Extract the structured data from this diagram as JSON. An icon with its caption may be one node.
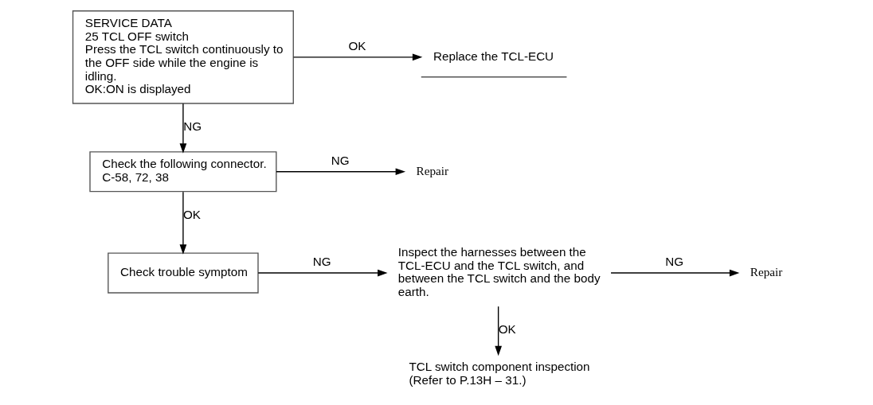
{
  "diagram": {
    "nodes": [
      {
        "text": [
          "SERVICE DATA",
          "25 TCL OFF switch",
          "Press the TCL switch continuously to the OFF side while the engine is idling.",
          "OK:ON is displayed"
        ]
      },
      {
        "text": [
          "Replace the TCL-ECU"
        ]
      },
      {
        "text": [
          "Check the following connector.",
          "C-58, 72, 38"
        ]
      },
      {
        "text": [
          "Repair"
        ]
      },
      {
        "text": [
          "Check trouble symptom"
        ]
      },
      {
        "text": [
          "Inspect the harnesses between the TCL-ECU and the TCL switch, and between the TCL switch and the body earth."
        ]
      },
      {
        "text": [
          "Repair"
        ]
      },
      {
        "text": [
          "TCL switch component inspection (Refer to P.13H – 31.)"
        ]
      }
    ],
    "edges": [
      {
        "from": 0,
        "to": 1,
        "arrow": "to",
        "label": "OK"
      },
      {
        "from": 0,
        "to": 2,
        "arrow": "to",
        "label": "NG"
      },
      {
        "from": 2,
        "to": 3,
        "arrow": "to",
        "label": "NG"
      },
      {
        "from": 2,
        "to": 4,
        "arrow": "to",
        "label": "OK"
      },
      {
        "from": 4,
        "to": 5,
        "arrow": "to",
        "label": "NG"
      },
      {
        "from": 5,
        "to": 6,
        "arrow": "to",
        "label": "NG"
      },
      {
        "from": 5,
        "to": 7,
        "arrow": "to",
        "label": "OK"
      }
    ]
  }
}
